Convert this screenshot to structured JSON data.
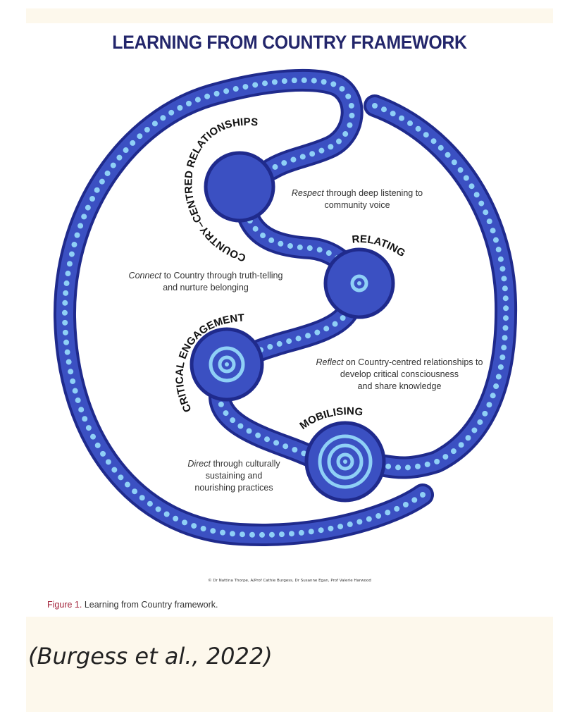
{
  "title": "LEARNING FROM COUNTRY FRAMEWORK",
  "labels": {
    "relationships": "COUNTRY–CENTRED RELATIONSHIPS",
    "relating": "RELATING",
    "critical": "CRITICAL ENGAGEMENT",
    "mobilising": "MOBILISING"
  },
  "descriptions": {
    "respect": {
      "em": "Respect",
      "l1": " through deep listening to",
      "l2": "community voice"
    },
    "connect": {
      "em": "Connect",
      "l1": " to Country through truth-telling",
      "l2": "and nurture belonging"
    },
    "reflect": {
      "em": "Reflect",
      "l1": " on Country-centred relationships to",
      "l2": "develop critical consciousness",
      "l3": "and share knowledge"
    },
    "direct": {
      "em": "Direct",
      "l1": " through culturally",
      "l2": "sustaining and",
      "l3": "nourishing practices"
    }
  },
  "credit": "© Dr Nattina Thorpe, A/Prof Cathie Burgess, Dr Susanne Egan, Prof Valerie Harwood",
  "caption": {
    "figure": "Figure 1.",
    "text": " Learning from Country framework."
  },
  "citation": "(Burgess et al., 2022)",
  "colors": {
    "outline": "#1f2a8c",
    "fill": "#3b50c2",
    "dots": "#8fd0f6",
    "title": "#23266b",
    "figure_label": "#a3243b"
  }
}
